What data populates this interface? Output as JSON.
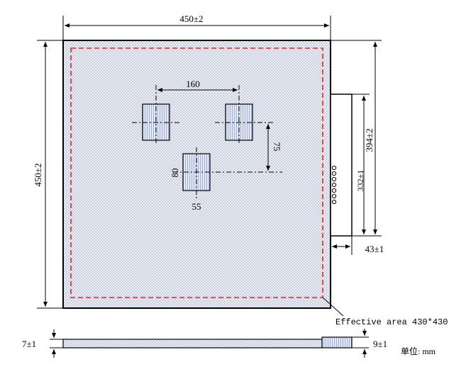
{
  "dimensions": {
    "top_width": "450±2",
    "left_height": "450±2",
    "spacing_horizontal": "160",
    "spacing_vertical": "75",
    "pad_height": "80",
    "pad_width": "55",
    "handle_length": "394±2",
    "connector_span": "332±1",
    "handle_depth": "43±1",
    "panel_thickness": "7±1",
    "handle_thickness": "9±1"
  },
  "labels": {
    "effective_area": "Effective area 430*430",
    "unit": "单位: mm"
  },
  "colors": {
    "panel_fill": "#dfe4ef",
    "pad_fill": "#c9d3ea",
    "effective_border": "#e0262b",
    "line": "#000000"
  }
}
